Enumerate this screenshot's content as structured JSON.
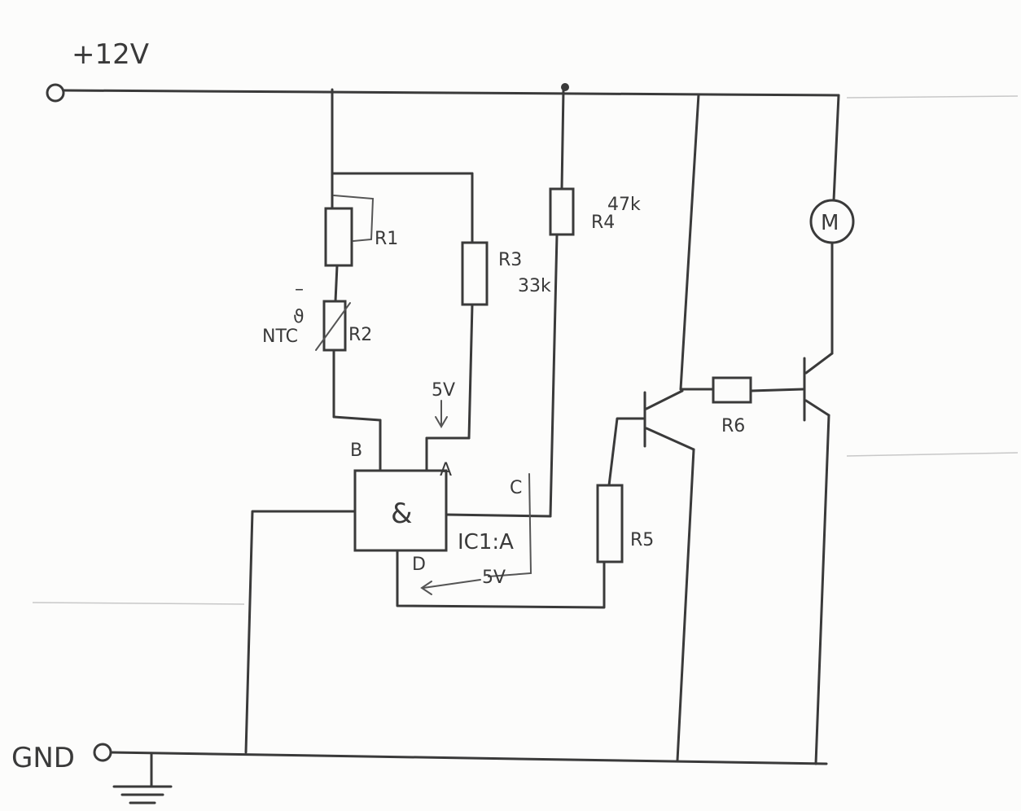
{
  "rails": {
    "supply_label": "+12V",
    "ground_label": "GND"
  },
  "components": {
    "r1": "R1",
    "r2": "R2",
    "r2_type": "NTC",
    "r2_theta": "ϑ",
    "r2_minus": "–",
    "r3": "R3",
    "r3_value": "33k",
    "r4": "R4",
    "r4_value": "47k",
    "r5": "R5",
    "r6": "R6",
    "lamp_symbol": "M"
  },
  "ic": {
    "name": "IC1:A",
    "symbol": "&",
    "pin_a": "A",
    "pin_b": "B",
    "pin_c": "C",
    "pin_d": "D"
  },
  "annotations": {
    "voltage_a": "5V",
    "voltage_d": "5V"
  }
}
